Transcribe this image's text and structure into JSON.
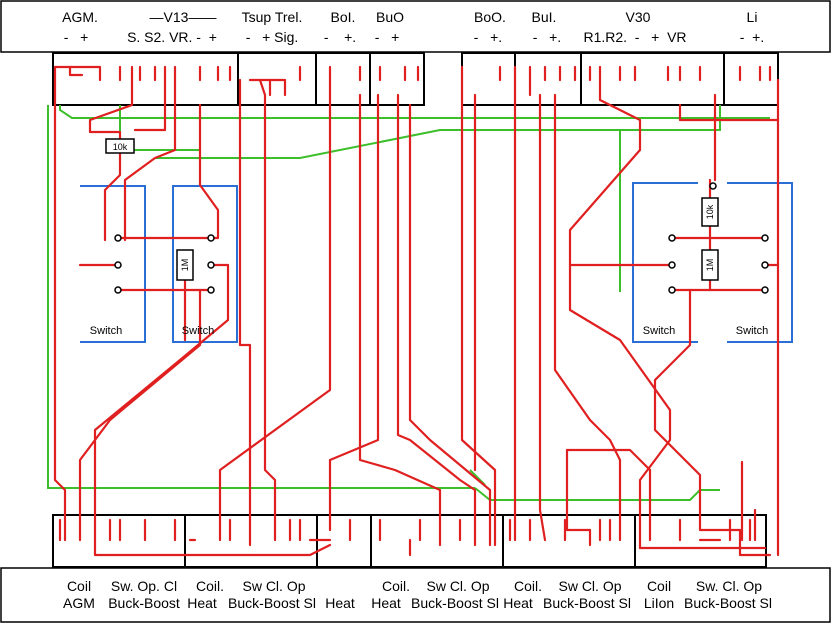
{
  "top_connectors": [
    {
      "name": "AGM.",
      "pins": "-   +"
    },
    {
      "name": "—V13——",
      "pins": "S. S2. VR. -  +"
    },
    {
      "name": "Tsup Trel.",
      "pins": "-   + Sig."
    },
    {
      "name": "BoI.",
      "pins": "-    +."
    },
    {
      "name": "BuO",
      "pins": "-   +"
    },
    {
      "name": "BoO.",
      "pins": "-   +."
    },
    {
      "name": "BuI.",
      "pins": "-   +."
    },
    {
      "name": "V30",
      "pins": "R1.R2.  -   +  VR"
    },
    {
      "name": "Li",
      "pins": "-  +."
    }
  ],
  "bottom_labels": [
    {
      "line1": "Coil",
      "line2": "AGM"
    },
    {
      "line1": "Sw. Op. Cl",
      "line2": "Buck-Boost"
    },
    {
      "line1": "Coil.",
      "line2": "Heat"
    },
    {
      "line1": "Sw Cl. Op",
      "line2": "Buck-Boost Sl"
    },
    {
      "line1": "",
      "line2": "Heat"
    },
    {
      "line1": "Coil.",
      "line2": "Heat"
    },
    {
      "line1": "Sw Cl. Op",
      "line2": "Buck-Boost Sl"
    },
    {
      "line1": "Coil.",
      "line2": "Heat"
    },
    {
      "line1": "Sw Cl. Op",
      "line2": "Buck-Boost Sl"
    },
    {
      "line1": "Coil",
      "line2": "LiIon"
    },
    {
      "line1": "Sw. Cl. Op",
      "line2": "Buck-Boost Sl"
    }
  ],
  "switches": [
    "Switch",
    "Switch",
    "Switch",
    "Switch"
  ],
  "resistors": [
    "10k",
    "1M",
    "10k",
    "1M"
  ],
  "colors": {
    "wire_red": "#e02020",
    "wire_green": "#3cbf2a",
    "wire_blue": "#2a6fd6"
  }
}
